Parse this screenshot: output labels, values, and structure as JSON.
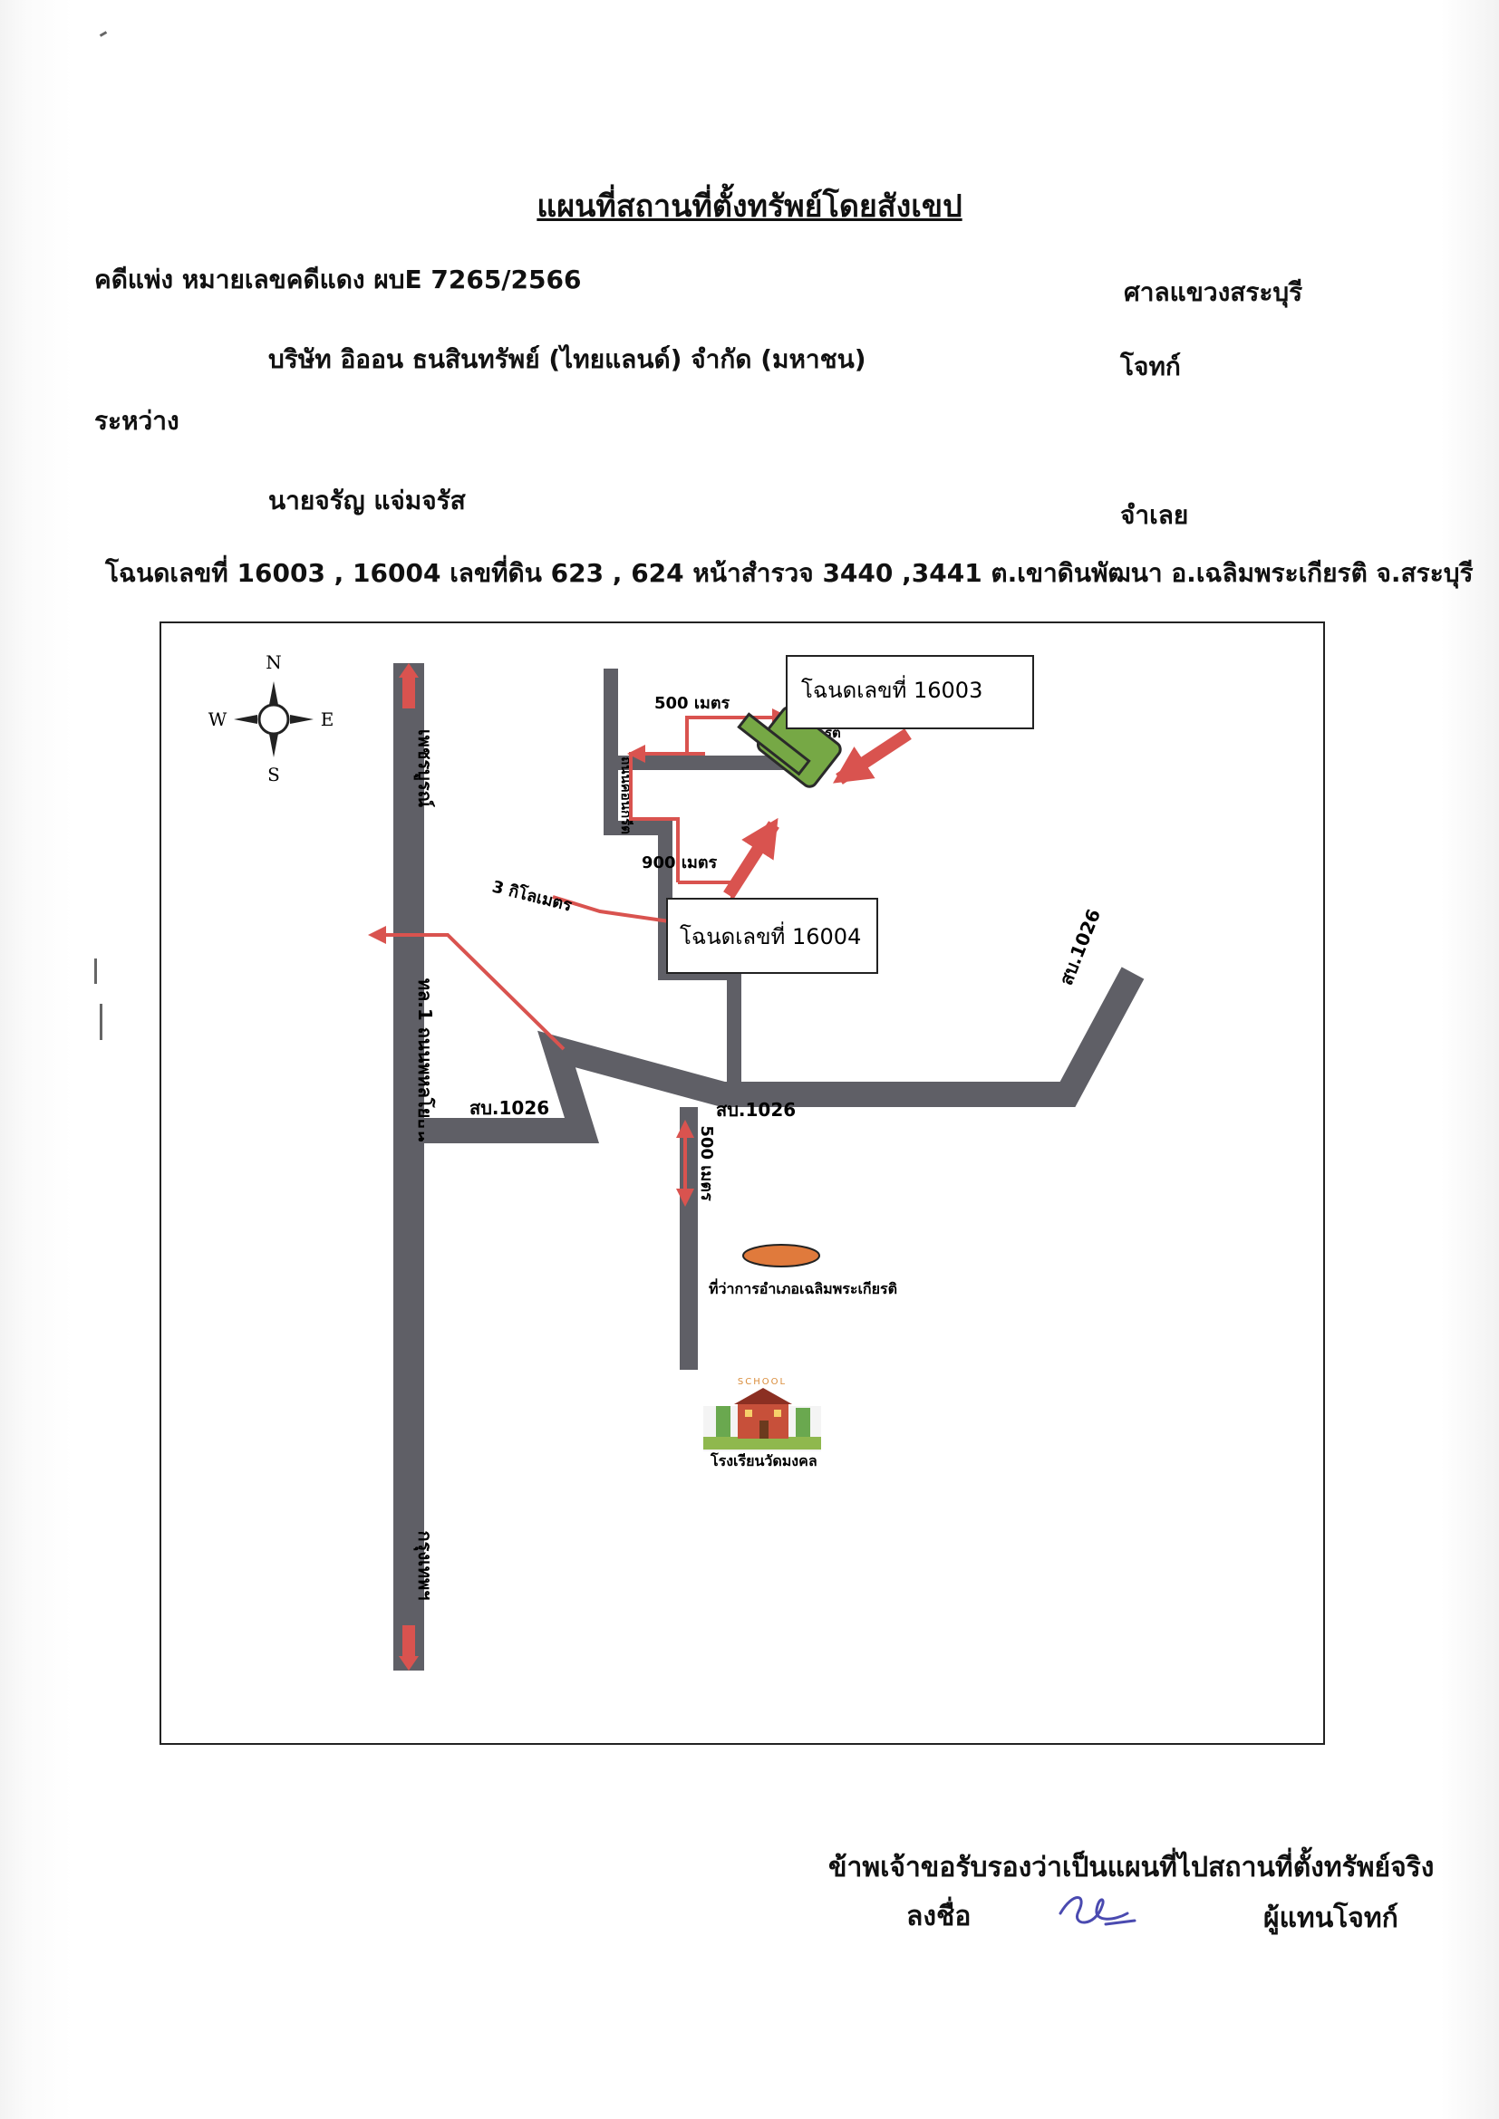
{
  "document": {
    "title": "แผนที่สถานที่ตั้งทรัพย์โดยสังเขป",
    "case_line": "คดีแพ่ง  หมายเลขคดีแดง  ผบE 7265/2566",
    "court": "ศาลแขวงสระบุรี",
    "plaintiff_name": "บริษัท อิออน ธนสินทรัพย์ (ไทยแลนด์) จำกัด (มหาชน)",
    "plaintiff_role": "โจทก์",
    "between": "ระหว่าง",
    "defendant_name": "นายจรัญ   แจ่มจรัส",
    "defendant_role": "จำเลย",
    "deed_line": "โฉนดเลขที่  16003 , 16004  เลขที่ดิน 623 , 624   หน้าสำรวจ  3440 ,3441   ต.เขาดินพัฒนา  อ.เฉลิมพระเกียรติ จ.สระบุรี",
    "certify": "ข้าพเจ้าขอรับรองว่าเป็นแผนที่ไปสถานที่ตั้งทรัพย์จริง",
    "sign_label": "ลงชื่อ",
    "signer_role": "ผู้แทนโจทก์"
  },
  "map": {
    "compass": {
      "n": "N",
      "s": "S",
      "e": "E",
      "w": "W"
    },
    "highway_top": "เพชรบูรณ์",
    "highway_mid": "ทล.1 ถนนพหลโยธิน",
    "highway_bottom": "กรุงเทพฯ",
    "road_1026_left": "สบ.1026",
    "road_1026_mid": "สบ.1026",
    "road_1026_right": "สบ.1026",
    "dist_3km": "3  กิโลเมตร",
    "dist_900m": "900 เมตร",
    "dist_500m_top": "500 เมตร",
    "dist_500m_down": "500 เมตร",
    "concrete_road_h": "ถนนคอนกรีต",
    "concrete_road_v": "ถนนคอนกรีต",
    "deed_16003": "โฉนดเลขที่ 16003",
    "deed_16004": "โฉนดเลขที่ 16004",
    "district_office": "ที่ว่าการอำเภอเฉลิมพระเกียรติ",
    "school_sign": "SCHOOL",
    "school_name": "โรงเรียนวัดมงคล",
    "colors": {
      "road": "#5f5f66",
      "arrow": "#d9534f",
      "plot": "#76a845",
      "office": "#e07a3c"
    }
  }
}
